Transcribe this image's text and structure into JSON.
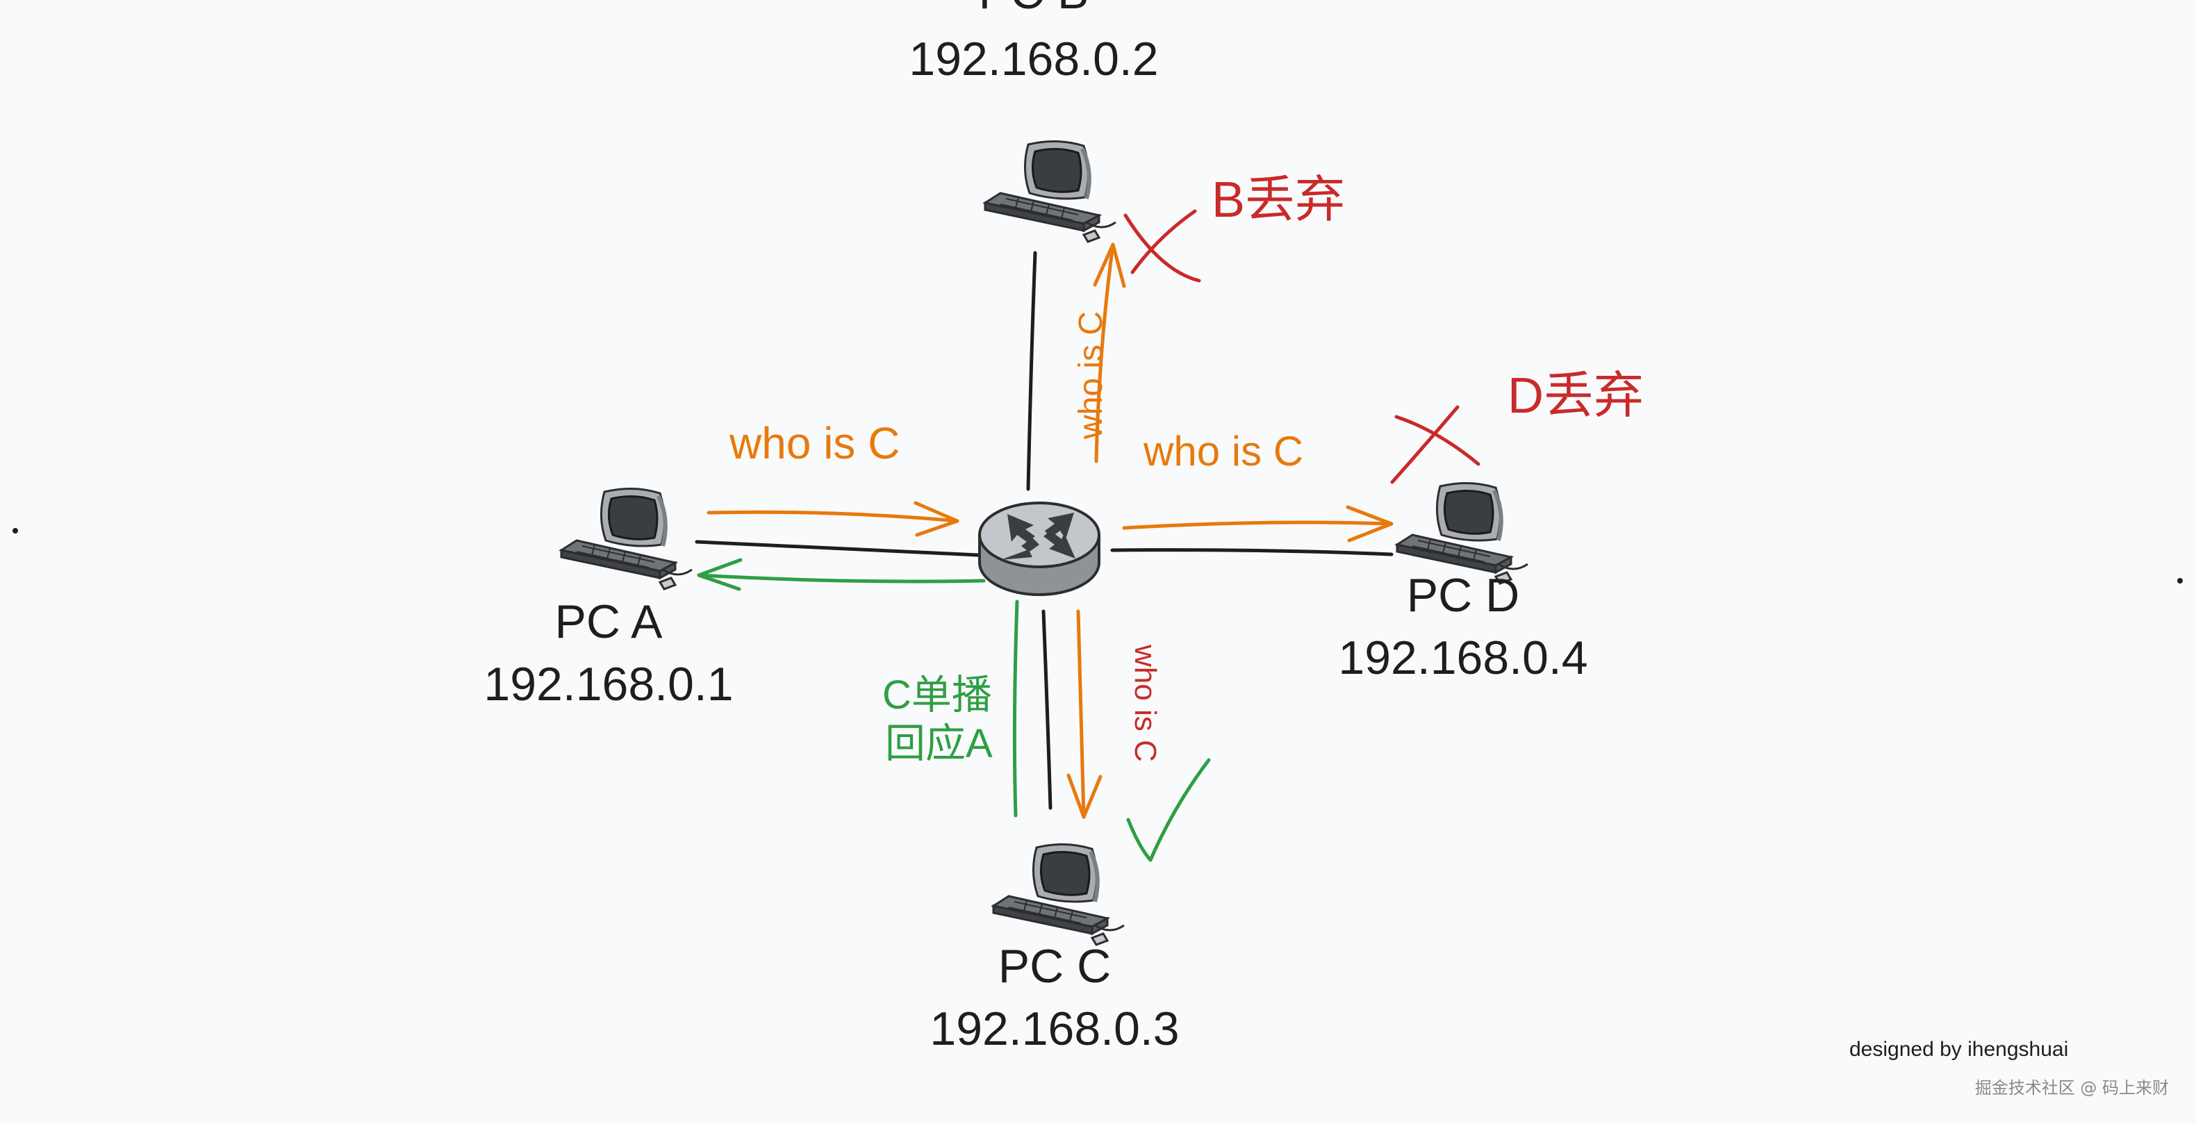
{
  "colors": {
    "background": "#f9fafb",
    "cable": "#1e1e1e",
    "request": "#e8790d",
    "discard": "#c92a2a",
    "reply": "#2f9e44"
  },
  "nodes": {
    "pc_a": {
      "name": "PC A",
      "ip": "192.168.0.1",
      "icon": "computer-icon"
    },
    "pc_b": {
      "name": "PC B",
      "ip": "192.168.0.2",
      "icon": "computer-icon"
    },
    "pc_c": {
      "name": "PC C",
      "ip": "192.168.0.3",
      "icon": "computer-icon"
    },
    "pc_d": {
      "name": "PC D",
      "ip": "192.168.0.4",
      "icon": "computer-icon"
    },
    "switch": {
      "icon": "switch-icon"
    }
  },
  "messages": {
    "a_to_switch": "who is C",
    "switch_to_b": "who is C",
    "switch_to_d": "who is C",
    "switch_to_c": "who is C",
    "c_reply_line1": "C单播",
    "c_reply_line2": "回应A"
  },
  "outcomes": {
    "b": "B丢弃",
    "d": "D丢弃"
  },
  "footer": {
    "credit": "designed by ihengshuai",
    "watermark": "掘金技术社区 @ 码上来财"
  }
}
